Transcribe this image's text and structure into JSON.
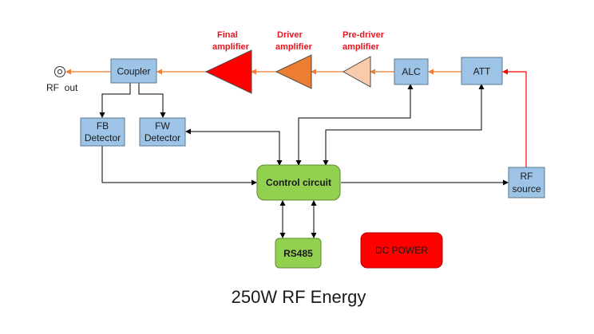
{
  "title": "250W RF Energy",
  "rf_out": "RF  out",
  "blocks": {
    "coupler": "Coupler",
    "alc": "ALC",
    "att": "ATT",
    "fb_detector": [
      "FB",
      "Detector"
    ],
    "fw_detector": [
      "FW",
      "Detector"
    ],
    "control_circuit": "Control circuit",
    "rf_source": [
      "RF",
      "source"
    ],
    "rs485": "RS485",
    "dc_power": "DC POWER"
  },
  "amplifiers": {
    "final": [
      "Final",
      "amplifier"
    ],
    "driver": [
      "Driver",
      "amplifier"
    ],
    "pre_driver": [
      "Pre-driver",
      "amplifier"
    ]
  },
  "colors": {
    "block_fill": "#9dc3e6",
    "control_fill": "#92d050",
    "dc_power_fill": "#ff0000",
    "final_amp": "#ff0000",
    "driver_amp": "#ed7d31",
    "pre_driver_amp": "#f8cbad",
    "rf_signal_line": "#ed7d31",
    "rf_source_line": "#ff0000",
    "control_line": "#000000",
    "amp_label": "#e8141e"
  }
}
